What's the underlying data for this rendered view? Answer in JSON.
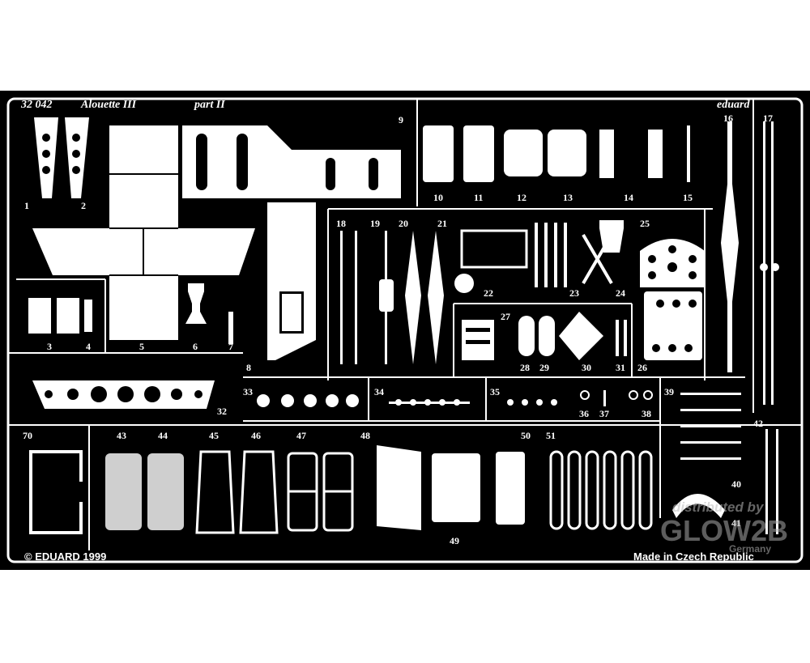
{
  "sheet": {
    "code": "32 042",
    "title": "Alouette III",
    "part": "part II",
    "brand": "eduard",
    "copyright": "© EDUARD 1999",
    "origin": "Made in Czech Republic"
  },
  "watermark": {
    "line1": "distributed by",
    "line2": "GLOW2B",
    "line3": "Germany"
  },
  "part_numbers": {
    "p1": "1",
    "p2": "2",
    "p3": "3",
    "p4": "4",
    "p5": "5",
    "p6": "6",
    "p7": "7",
    "p8": "8",
    "p9": "9",
    "p10": "10",
    "p11": "11",
    "p12": "12",
    "p13": "13",
    "p14": "14",
    "p15": "15",
    "p16": "16",
    "p17": "17",
    "p18": "18",
    "p19": "19",
    "p20": "20",
    "p21": "21",
    "p22": "22",
    "p23": "23",
    "p24": "24",
    "p25": "25",
    "p26": "26",
    "p27": "27",
    "p28": "28",
    "p29": "29",
    "p30": "30",
    "p31": "31",
    "p32": "32",
    "p33": "33",
    "p34": "34",
    "p35": "35",
    "p36": "36",
    "p37": "37",
    "p38": "38",
    "p39": "39",
    "p40": "40",
    "p41": "41",
    "p42": "42",
    "p43": "43",
    "p44": "44",
    "p45": "45",
    "p46": "46",
    "p47": "47",
    "p48": "48",
    "p49": "49",
    "p50": "50",
    "p51": "51",
    "p70": "70"
  },
  "colors": {
    "fret": "#000000",
    "metal": "#ffffff",
    "background": "#ffffff"
  }
}
